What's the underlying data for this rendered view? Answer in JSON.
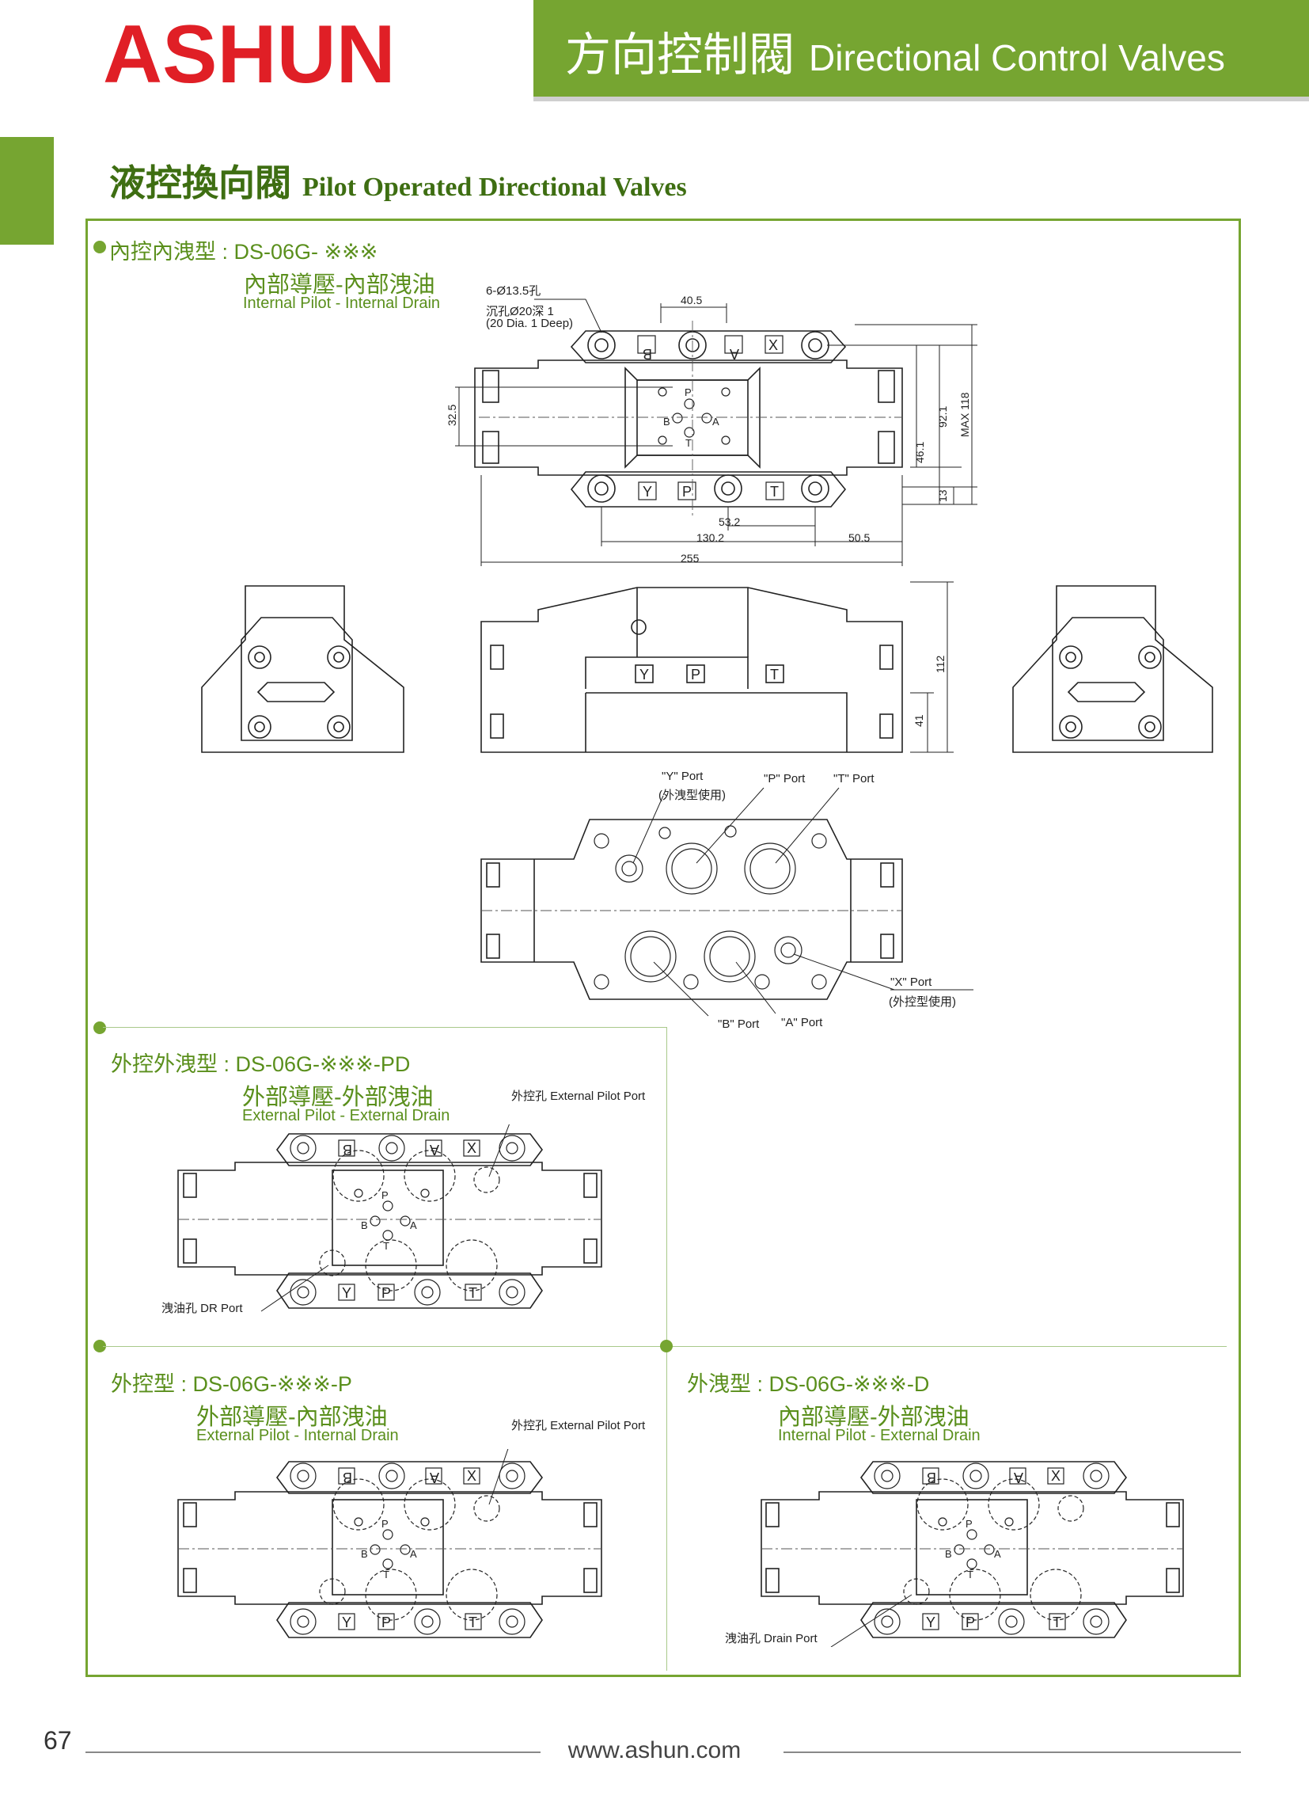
{
  "brand": "ASHUN",
  "header": {
    "title_zh": "方向控制閥",
    "title_en": "Directional Control Valves"
  },
  "section": {
    "title_zh": "液控換向閥",
    "title_en": "Pilot Operated Directional Valves"
  },
  "colors": {
    "accent": "#76a531",
    "brand_red": "#e01f26",
    "text_green": "#5a8f1c"
  },
  "types": [
    {
      "model": "內控內洩型 : DS-06G- ※※※",
      "zh": "內部導壓-內部洩油",
      "en": "Internal Pilot - Internal Drain"
    },
    {
      "model": "外控外洩型 : DS-06G-※※※-PD",
      "zh": "外部導壓-外部洩油",
      "en": "External Pilot - External Drain"
    },
    {
      "model": "外控型 : DS-06G-※※※-P",
      "zh": "外部導壓-內部洩油",
      "en": "External Pilot - Internal Drain"
    },
    {
      "model": "外洩型 : DS-06G-※※※-D",
      "zh": "內部導壓-外部洩油",
      "en": "Internal Pilot - External Drain"
    }
  ],
  "top_view": {
    "hole_note_1": "6-Ø13.5孔",
    "hole_note_2": "沉孔Ø20深 1",
    "hole_note_3": "(20 Dia. 1 Deep)",
    "dims": [
      "40.5",
      "32.5",
      "92.1",
      "MAX 118",
      "46.1",
      "13",
      "53.2",
      "130.2",
      "50.5",
      "255"
    ],
    "ports": [
      "B",
      "A",
      "X",
      "Y",
      "P",
      "T"
    ],
    "inner_ports": [
      "P",
      "B",
      "A",
      "T"
    ]
  },
  "side_view": {
    "dims": [
      "112",
      "41"
    ],
    "ports": [
      "Y",
      "P",
      "T"
    ]
  },
  "port_callouts": {
    "y_port": "\"Y\" Port",
    "y_note": "(外洩型使用)",
    "p_port": "\"P\" Port",
    "t_port": "\"T\" Port",
    "x_port": "\"X\" Port",
    "x_note": "(外控型使用)",
    "b_port": "\"B\" Port",
    "a_port": "\"A\" Port"
  },
  "callouts": {
    "ext_pilot_port": "外控孔 External Pilot Port",
    "dr_port": "洩油孔 DR Port",
    "drain_port": "洩油孔 Drain Port"
  },
  "footer": {
    "page": "67",
    "url": "www.ashun.com"
  }
}
